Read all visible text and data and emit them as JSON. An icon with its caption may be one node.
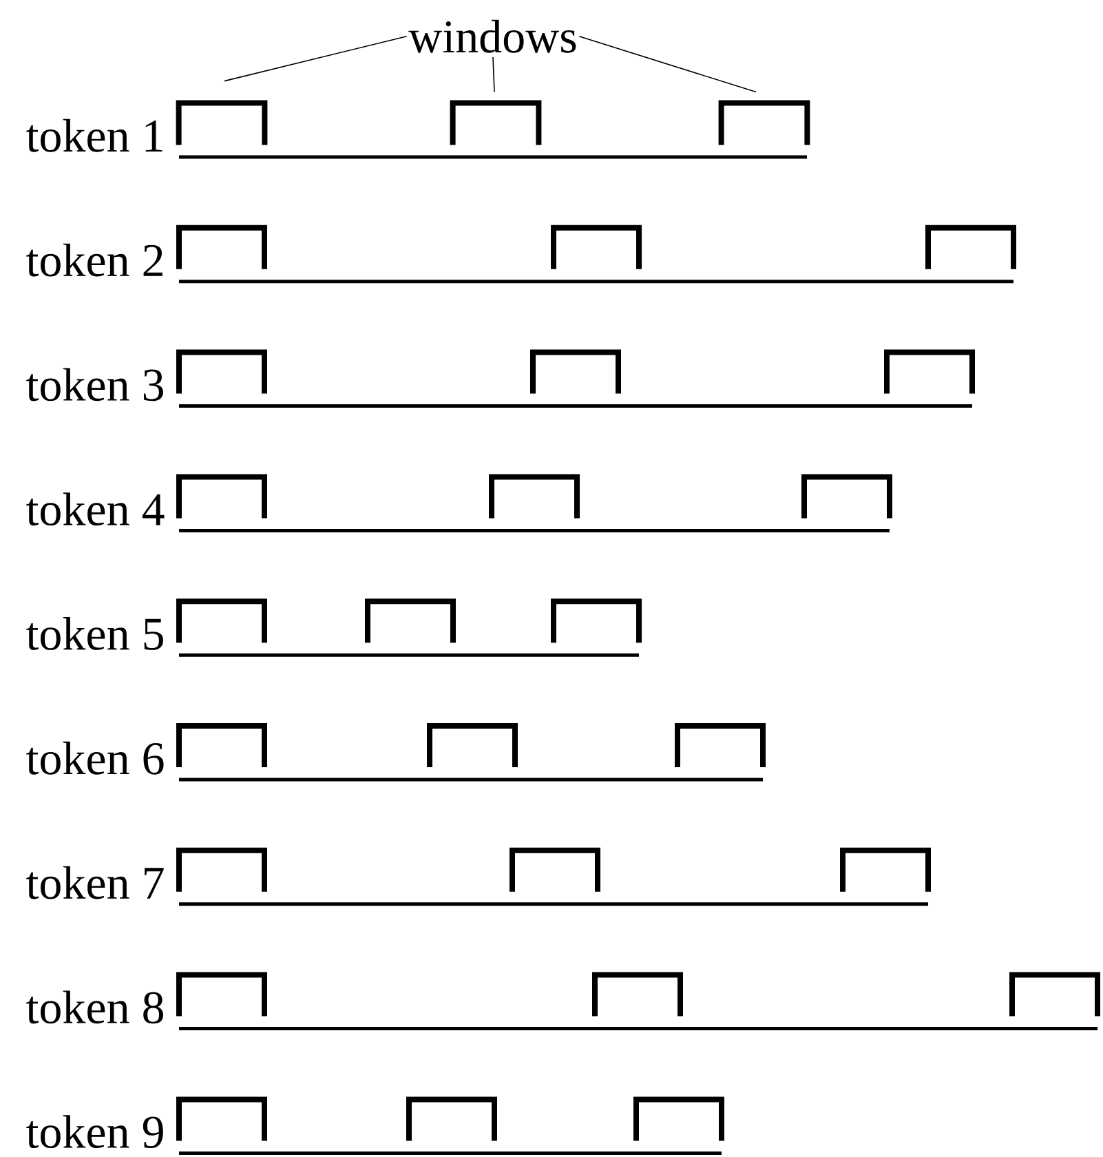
{
  "diagram": {
    "nodes": [
      {
        "text": [
          "windows"
        ]
      },
      {
        "text": [],
        "shape": "box"
      },
      {
        "text": [],
        "shape": "box"
      },
      {
        "text": [],
        "shape": "box"
      }
    ],
    "edges": [
      {
        "from": 0,
        "to": 1,
        "arrow": "none"
      },
      {
        "from": 0,
        "to": 2,
        "arrow": "none"
      },
      {
        "from": 0,
        "to": 3,
        "arrow": "none"
      }
    ],
    "labels": [
      "token 1",
      "token 2",
      "token 3",
      "token 4",
      "token 5",
      "token 6",
      "token 7",
      "token 8",
      "token 9"
    ]
  }
}
